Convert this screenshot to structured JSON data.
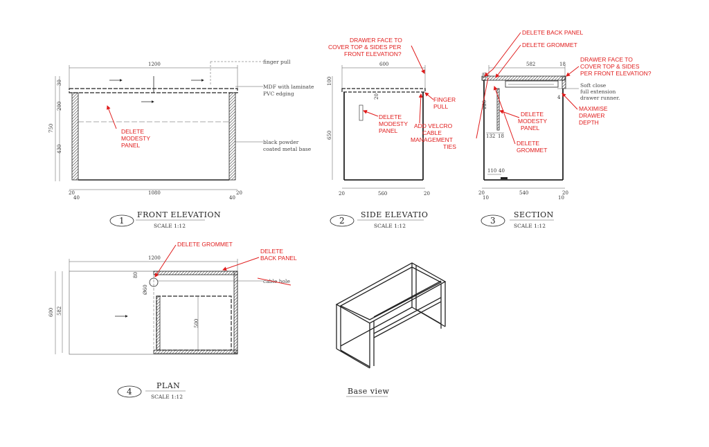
{
  "colors": {
    "markup": "#e01b1b",
    "linework": "#222222",
    "background": "#ffffff"
  },
  "views": {
    "front": {
      "number": "1",
      "title": "FRONT ELEVATION",
      "scale": "SCALE 1:12",
      "dims": {
        "overall_width": "1200",
        "inner_width": "1080",
        "left_end": "40",
        "right_end": "40",
        "left_leg": "20",
        "right_leg": "20",
        "height": "750",
        "top_zone": "200",
        "bottom_zone": "430",
        "top_thk": "30"
      },
      "notes": {
        "finger_pull": "finger pull",
        "mdf": "MDF with laminate",
        "pvc": "PVC edging",
        "base": [
          "black powder",
          "coated metal base"
        ]
      },
      "markup": [
        "DELETE",
        "MODESTY",
        "PANEL"
      ]
    },
    "side": {
      "number": "2",
      "title": "SIDE ELEVATIO",
      "scale": "SCALE 1:12",
      "dims": {
        "width": "600",
        "inner": "560",
        "left": "20",
        "right": "20",
        "height": "650",
        "top": "100",
        "drawer": "20"
      },
      "markup": {
        "drawer_face": [
          "DRAWER FACE TO",
          "COVER TOP & SIDES PER",
          "FRONT ELEVATION?"
        ],
        "finger_pull": [
          "FINGER",
          "PULL"
        ],
        "modesty": [
          "DELETE",
          "MODESTY",
          "PANEL"
        ],
        "velcro": [
          "ADD VELCRO",
          "CABLE",
          "MANAGEMENT",
          "TIES"
        ]
      }
    },
    "section": {
      "number": "3",
      "title": "SECTION",
      "scale": "SCALE 1:12",
      "dims": {
        "width": "582",
        "right": "18",
        "inner": "540",
        "left_a": "20",
        "left_b": "10",
        "right_a": "10",
        "right_b": "20",
        "d110": "110",
        "d40": "40",
        "d132": "132",
        "d18": "18",
        "d220": "220",
        "d118": "118",
        "d4": "4"
      },
      "notes": [
        "Soft close",
        "full extension",
        "drawer runner."
      ],
      "markup": {
        "back_panel": "DELETE BACK PANEL",
        "grommet": "DELETE GROMMET",
        "drawer_face": [
          "DRAWER FACE TO",
          "COVER TOP & SIDES",
          "PER FRONT ELEVATION?"
        ],
        "maximise": [
          "MAXIMISE",
          "DRAWER",
          "DEPTH"
        ],
        "modesty": [
          "DELETE",
          "MODESTY",
          "PANEL"
        ],
        "grommet2": [
          "DELETE",
          "GROMMET"
        ]
      }
    },
    "plan": {
      "number": "4",
      "title": "PLAN",
      "scale": "SCALE 1:12",
      "dims": {
        "width": "1200",
        "depth": "600",
        "inner_depth": "582",
        "d80": "80",
        "dia": "Ø60",
        "d500": "500"
      },
      "notes": {
        "cable": "cable hole"
      },
      "markup": {
        "grommet": "DELETE GROMMET",
        "back_panel": [
          "DELETE",
          "BACK PANEL"
        ]
      }
    },
    "base": {
      "title": "Base view"
    }
  }
}
